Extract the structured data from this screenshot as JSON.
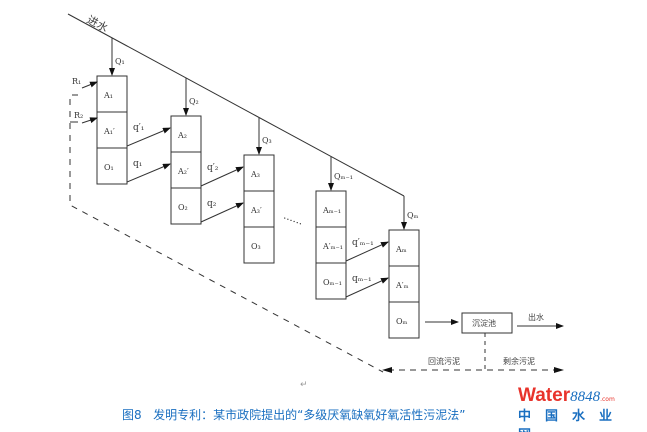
{
  "inlet_label": "进水",
  "tanks": [
    {
      "q_in": "Q₁",
      "cells": [
        "A₁",
        "A₁′",
        "O₁"
      ],
      "q_prime": "q′₁",
      "q": "q₁"
    },
    {
      "q_in": "Q₂",
      "cells": [
        "A₂",
        "A₂′",
        "O₂"
      ],
      "q_prime": "q′₂",
      "q": "q₂"
    },
    {
      "q_in": "Q₃",
      "cells": [
        "A₃",
        "A₃′",
        "O₃"
      ]
    },
    {
      "q_in": "Qₘ₋₁",
      "cells": [
        "Aₘ₋₁",
        "A′ₘ₋₁",
        "Oₘ₋₁"
      ],
      "q_prime": "q′ₘ₋₁",
      "q": "qₘ₋₁"
    },
    {
      "q_in": "Qₘ",
      "cells": [
        "Aₘ",
        "A′ₘ",
        "Oₘ"
      ]
    }
  ],
  "ellipsis": "……",
  "returns": [
    "R₁",
    "R₂"
  ],
  "settling_tank": "沉淀池",
  "effluent": "出水",
  "return_sludge": "回流污泥",
  "excess_sludge": "剩余污泥",
  "paragraph_mark": "↵",
  "caption": "图8   发明专利：某市政院提出的“多级厌氧缺氧好氧活性污泥法”",
  "logo": {
    "word": "Water",
    "number": "8848",
    "domain": ".com",
    "cn": "中国水业网"
  }
}
